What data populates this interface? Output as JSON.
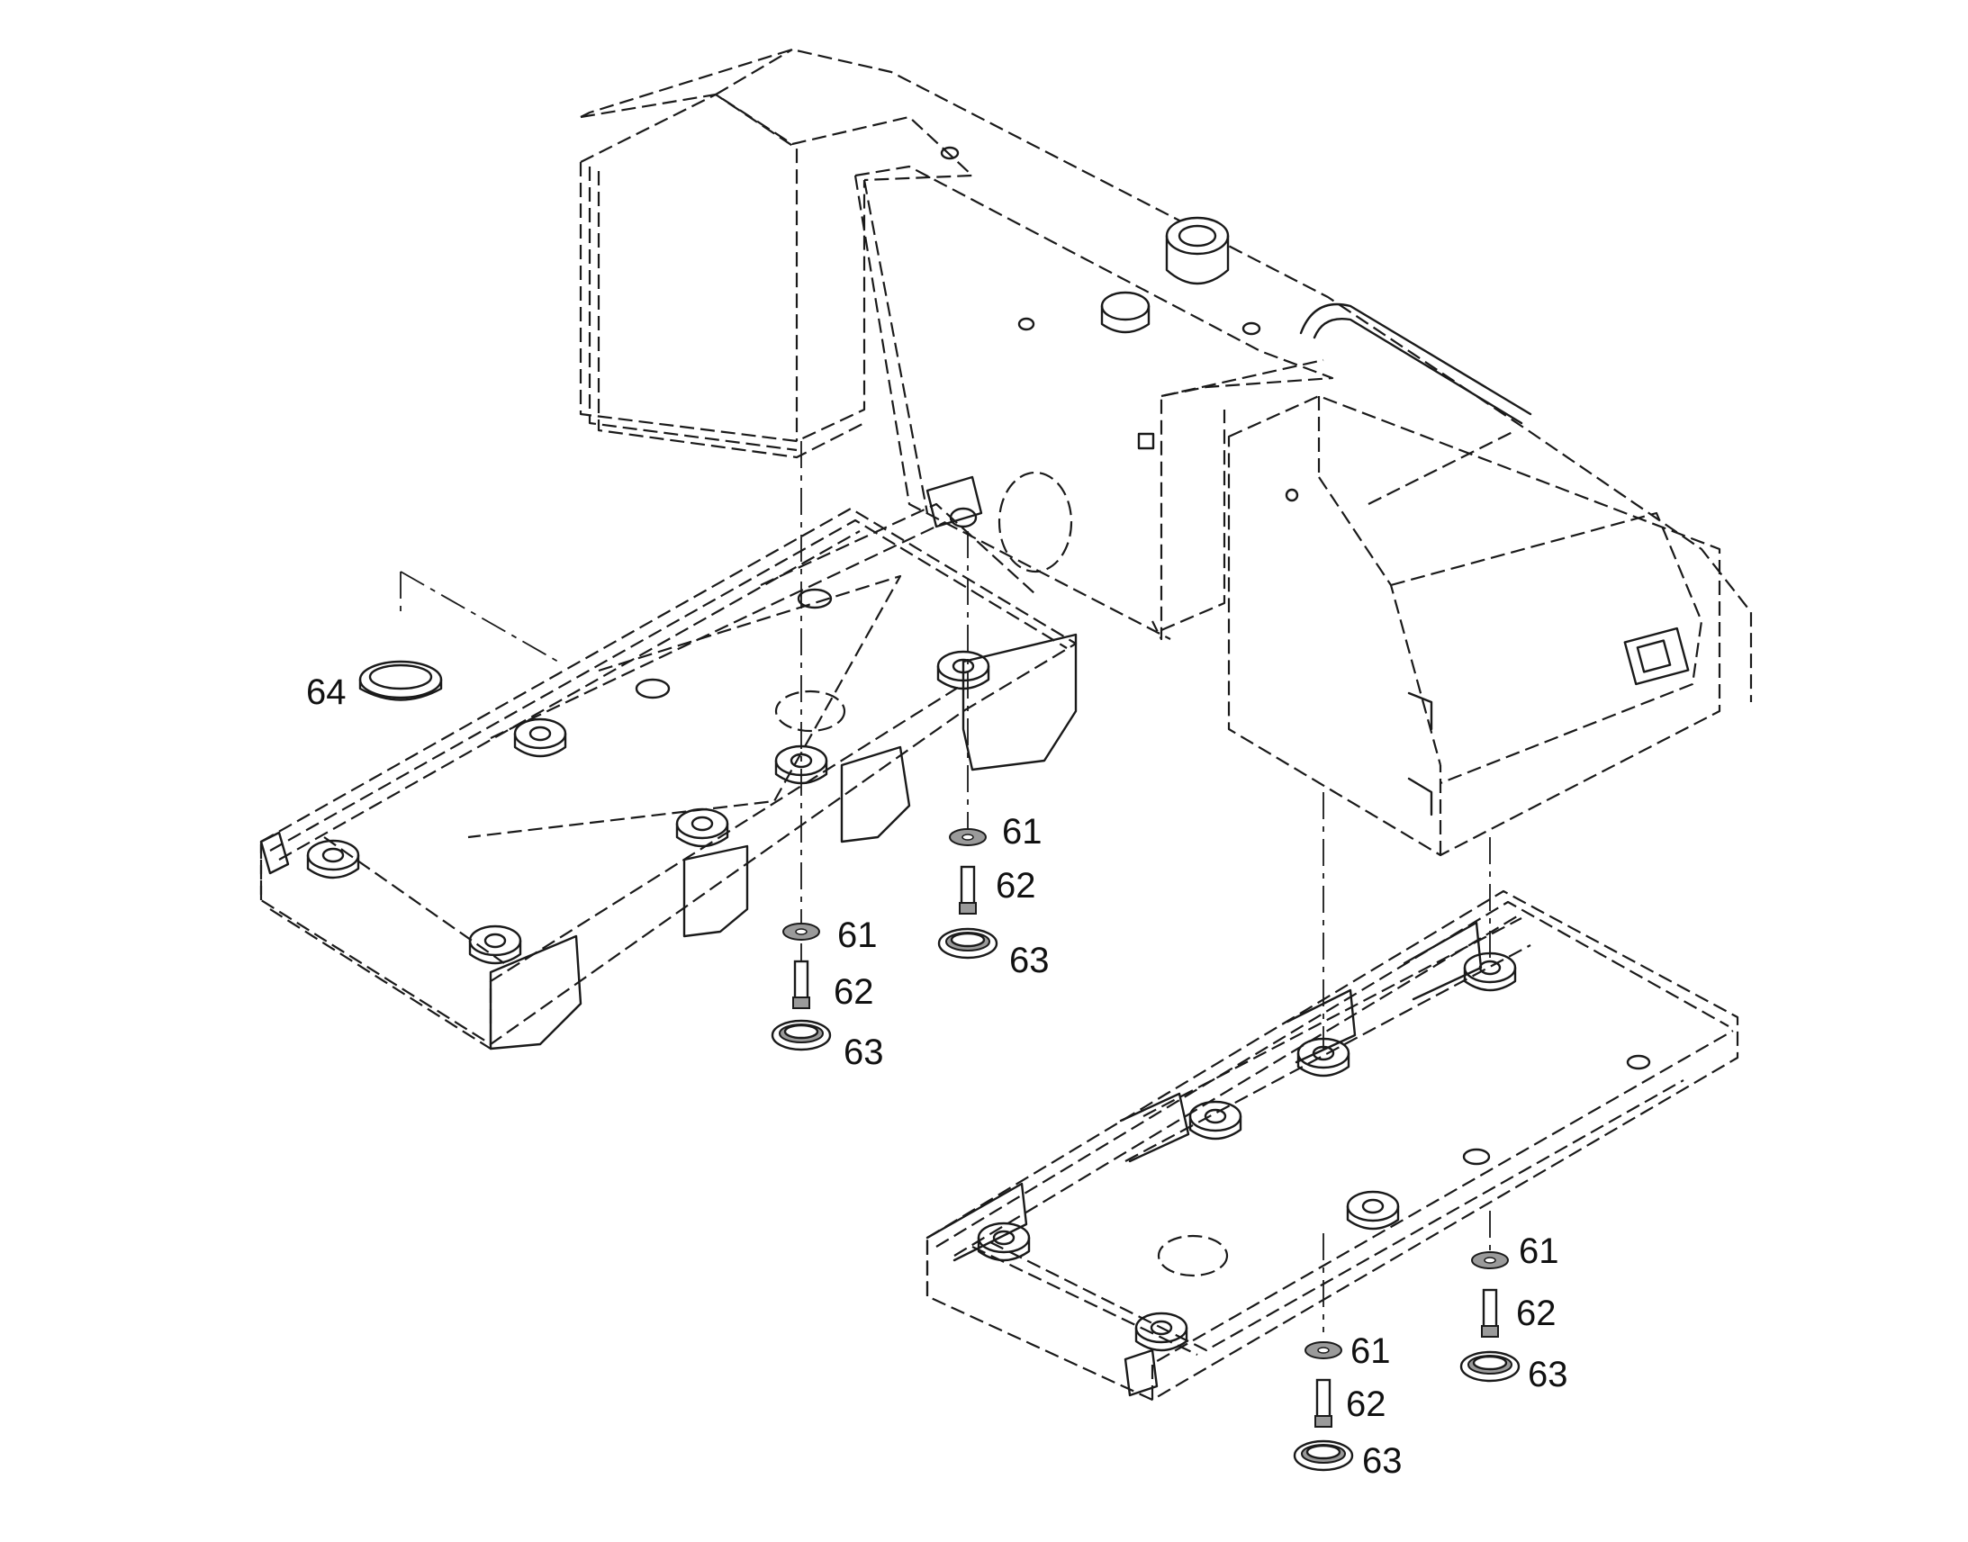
{
  "labels": {
    "washer": "61",
    "bolt": "62",
    "mount": "63",
    "grommet": "64"
  }
}
